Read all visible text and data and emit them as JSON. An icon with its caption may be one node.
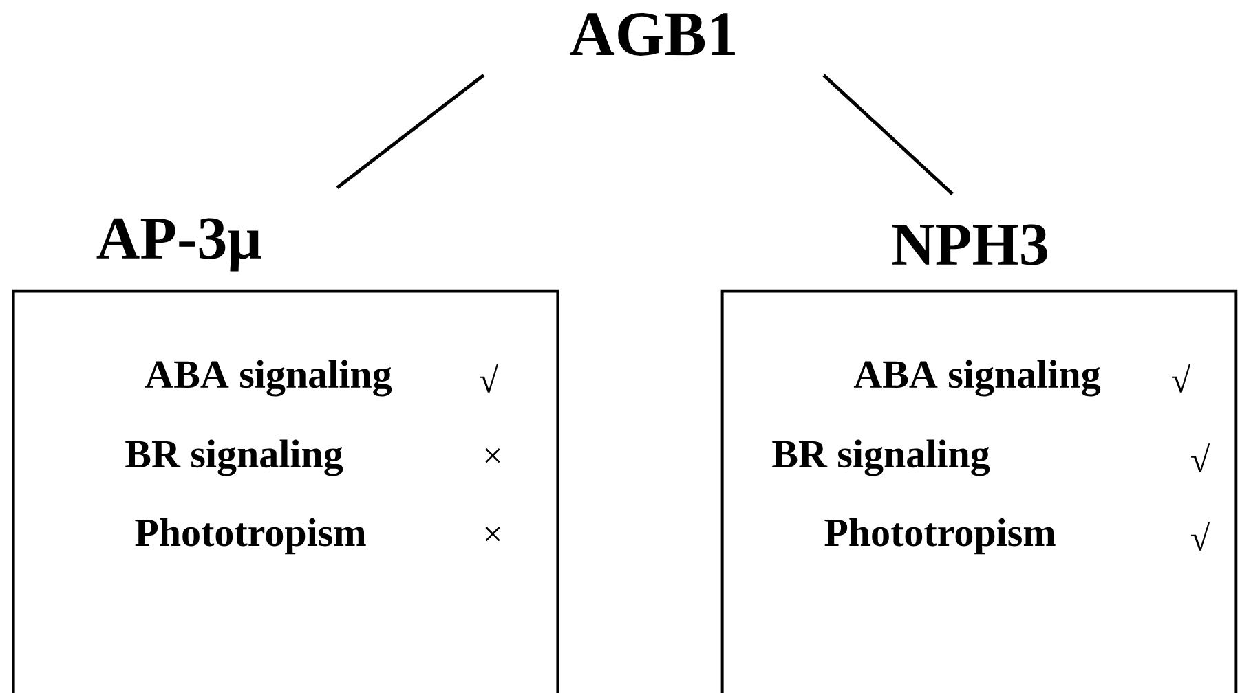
{
  "diagram": {
    "nodes": [
      {
        "text": [
          "AGB1"
        ]
      },
      {
        "text": [
          "AP-3μ",
          "ABA signaling",
          "√",
          "BR signaling",
          "×",
          "Phototropism",
          "×"
        ]
      },
      {
        "text": [
          "NPH3",
          "ABA signaling",
          "√",
          "BR signaling",
          "√",
          "Phototropism",
          "√"
        ]
      }
    ],
    "edges": [
      {
        "from": 0,
        "to": 1,
        "arrow": "none"
      },
      {
        "from": 0,
        "to": 2,
        "arrow": "none"
      }
    ]
  }
}
